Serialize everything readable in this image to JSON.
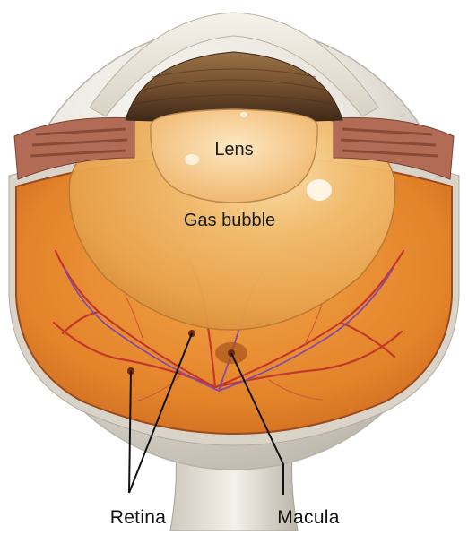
{
  "diagram": {
    "labels": {
      "lens": "Lens",
      "gas_bubble": "Gas bubble",
      "retina": "Retina",
      "macula": "Macula"
    }
  },
  "colors": {
    "sclera": "#e8e4dc",
    "retina_orange": "#e58f2a",
    "bubble": "#efb25f",
    "iris": "#6b4a2c",
    "vessel": "#c4382c",
    "leader_line": "#111111"
  }
}
